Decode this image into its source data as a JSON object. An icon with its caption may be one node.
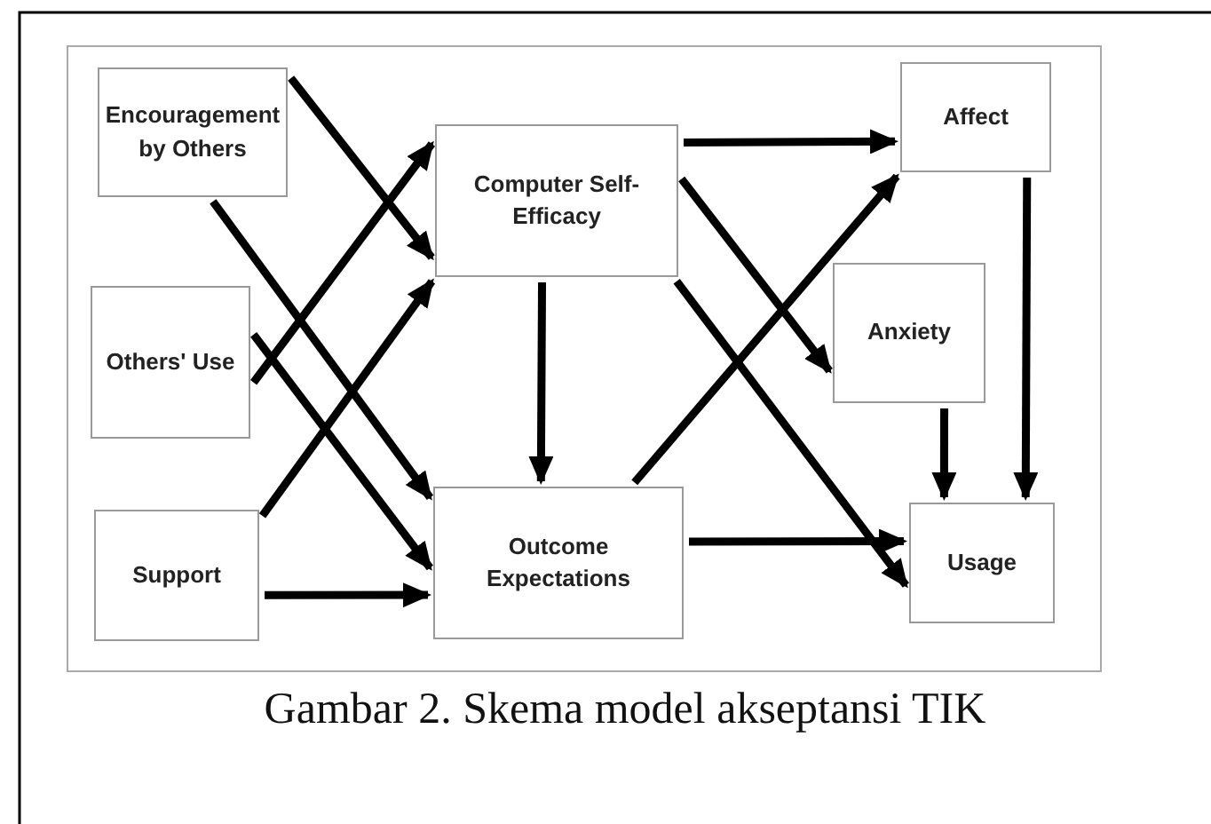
{
  "diagram": {
    "caption": "Gambar 2. Skema model akseptansi TIK",
    "nodes": [
      {
        "text": [
          "Encouragement by Others"
        ]
      },
      {
        "text": [
          "Others' Use"
        ]
      },
      {
        "text": [
          "Support"
        ]
      },
      {
        "text": [
          "Computer Self-Efficacy"
        ]
      },
      {
        "text": [
          "Outcome Expectations"
        ]
      },
      {
        "text": [
          "Affect"
        ]
      },
      {
        "text": [
          "Anxiety"
        ]
      },
      {
        "text": [
          "Usage"
        ]
      }
    ],
    "edges": [
      {
        "from": 0,
        "to": 3,
        "arrow": "to"
      },
      {
        "from": 0,
        "to": 4,
        "arrow": "to"
      },
      {
        "from": 1,
        "to": 3,
        "arrow": "to"
      },
      {
        "from": 1,
        "to": 4,
        "arrow": "to"
      },
      {
        "from": 2,
        "to": 3,
        "arrow": "to"
      },
      {
        "from": 2,
        "to": 4,
        "arrow": "to"
      },
      {
        "from": 3,
        "to": 4,
        "arrow": "to"
      },
      {
        "from": 3,
        "to": 5,
        "arrow": "to"
      },
      {
        "from": 3,
        "to": 6,
        "arrow": "to"
      },
      {
        "from": 3,
        "to": 7,
        "arrow": "to"
      },
      {
        "from": 4,
        "to": 5,
        "arrow": "to"
      },
      {
        "from": 4,
        "to": 7,
        "arrow": "to"
      },
      {
        "from": 6,
        "to": 7,
        "arrow": "to"
      },
      {
        "from": 5,
        "to": 7,
        "arrow": "to"
      }
    ]
  }
}
